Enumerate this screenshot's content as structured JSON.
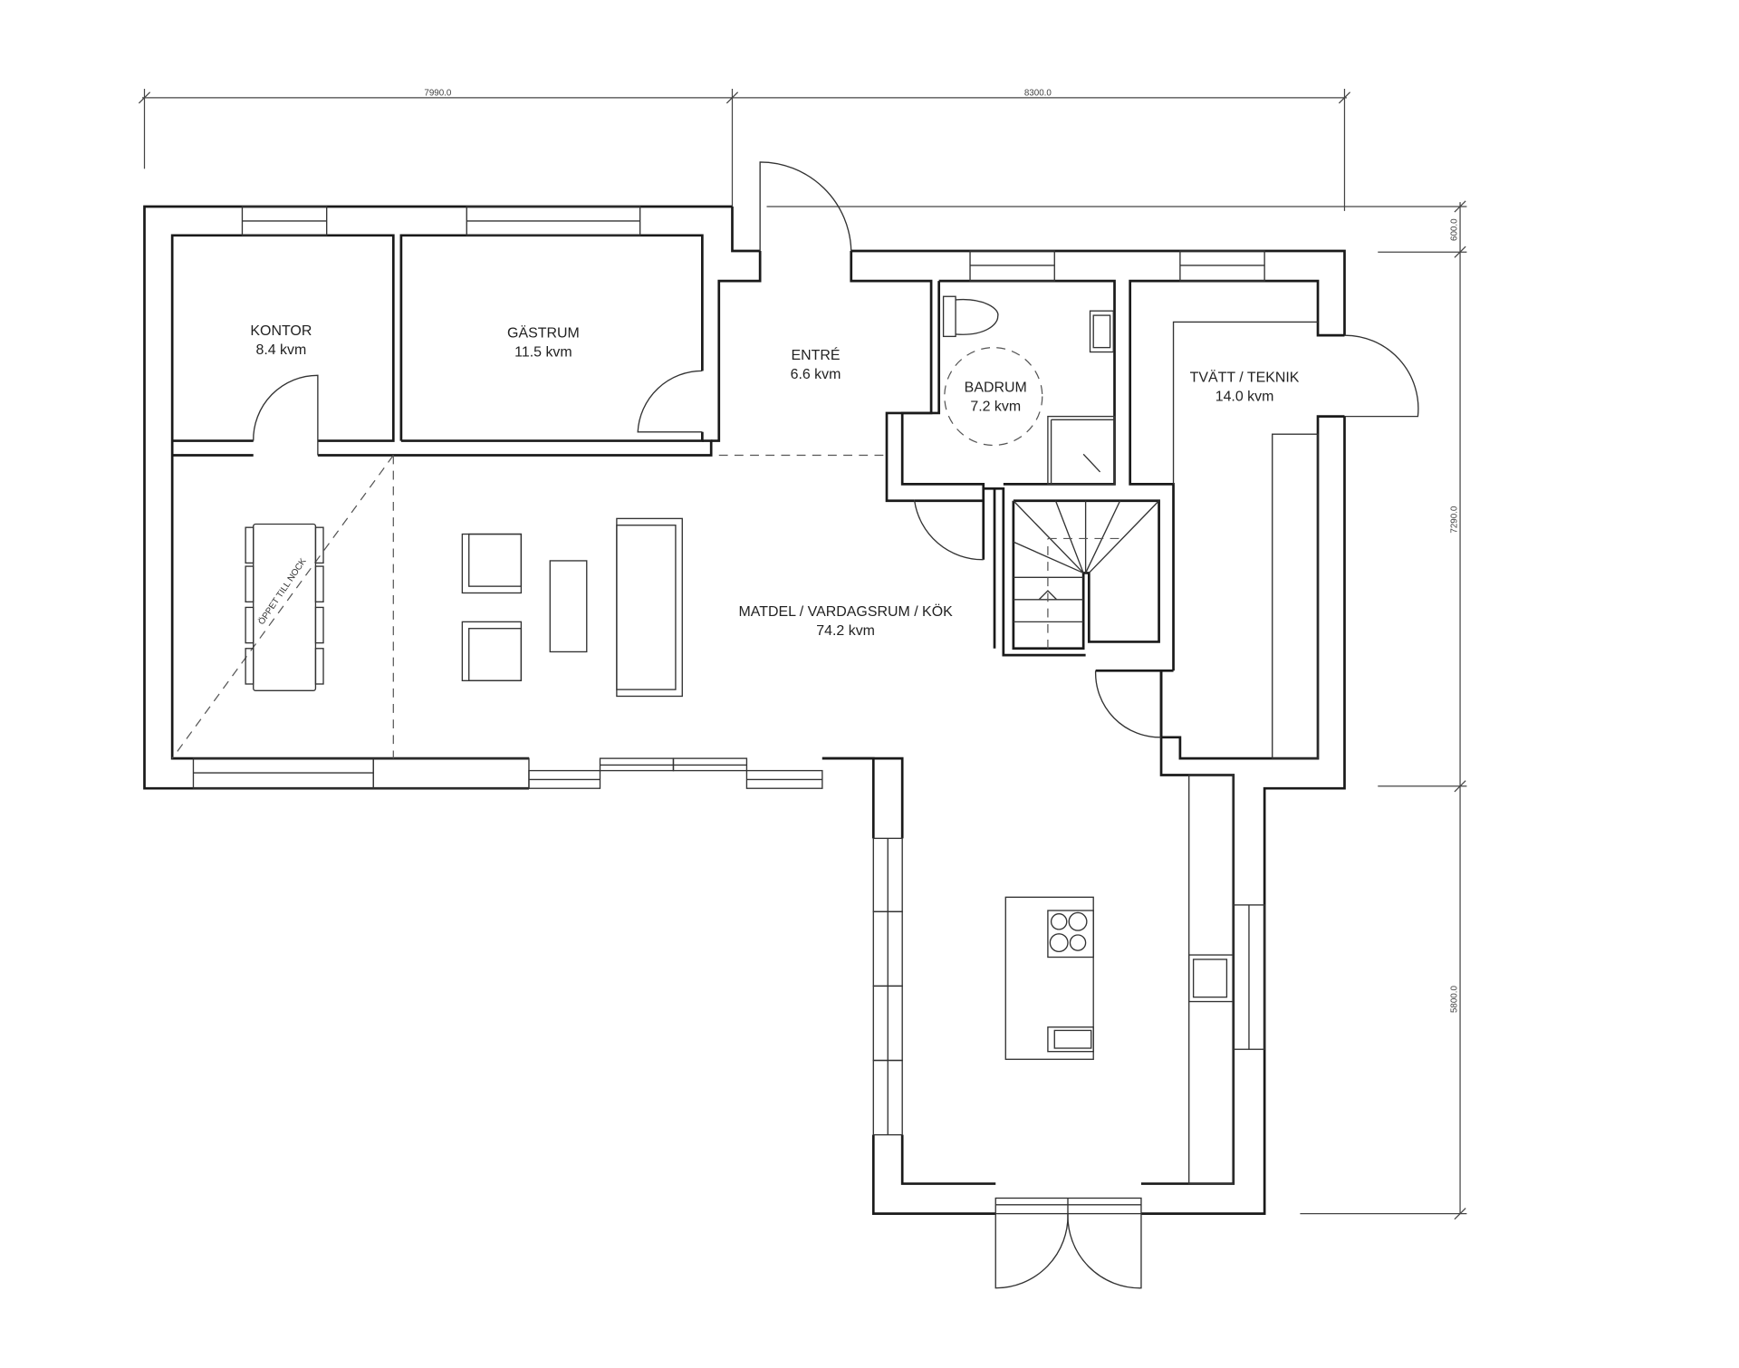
{
  "plan": {
    "type": "floor-plan",
    "line_color": "#1a1a1a",
    "background": "#ffffff"
  },
  "dimensions": {
    "top_left": "7990.0",
    "top_right": "8300.0",
    "right_top": "600.0",
    "right_middle": "7290.0",
    "right_bottom": "5800.0"
  },
  "rooms": {
    "kontor": {
      "name": "KONTOR",
      "area": "8.4 kvm"
    },
    "gastrum": {
      "name": "GÄSTRUM",
      "area": "11.5 kvm"
    },
    "entre": {
      "name": "ENTRÉ",
      "area": "6.6 kvm"
    },
    "badrum": {
      "name": "BADRUM",
      "area": "7.2 kvm"
    },
    "tvatt": {
      "name": "TVÄTT / TEKNIK",
      "area": "14.0 kvm"
    },
    "matdel": {
      "name": "MATDEL / VARDAGSRUM / KÖK",
      "area": "74.2 kvm"
    }
  },
  "annotations": {
    "open_to_ridge": "ÖPPET TILL NOCK"
  }
}
